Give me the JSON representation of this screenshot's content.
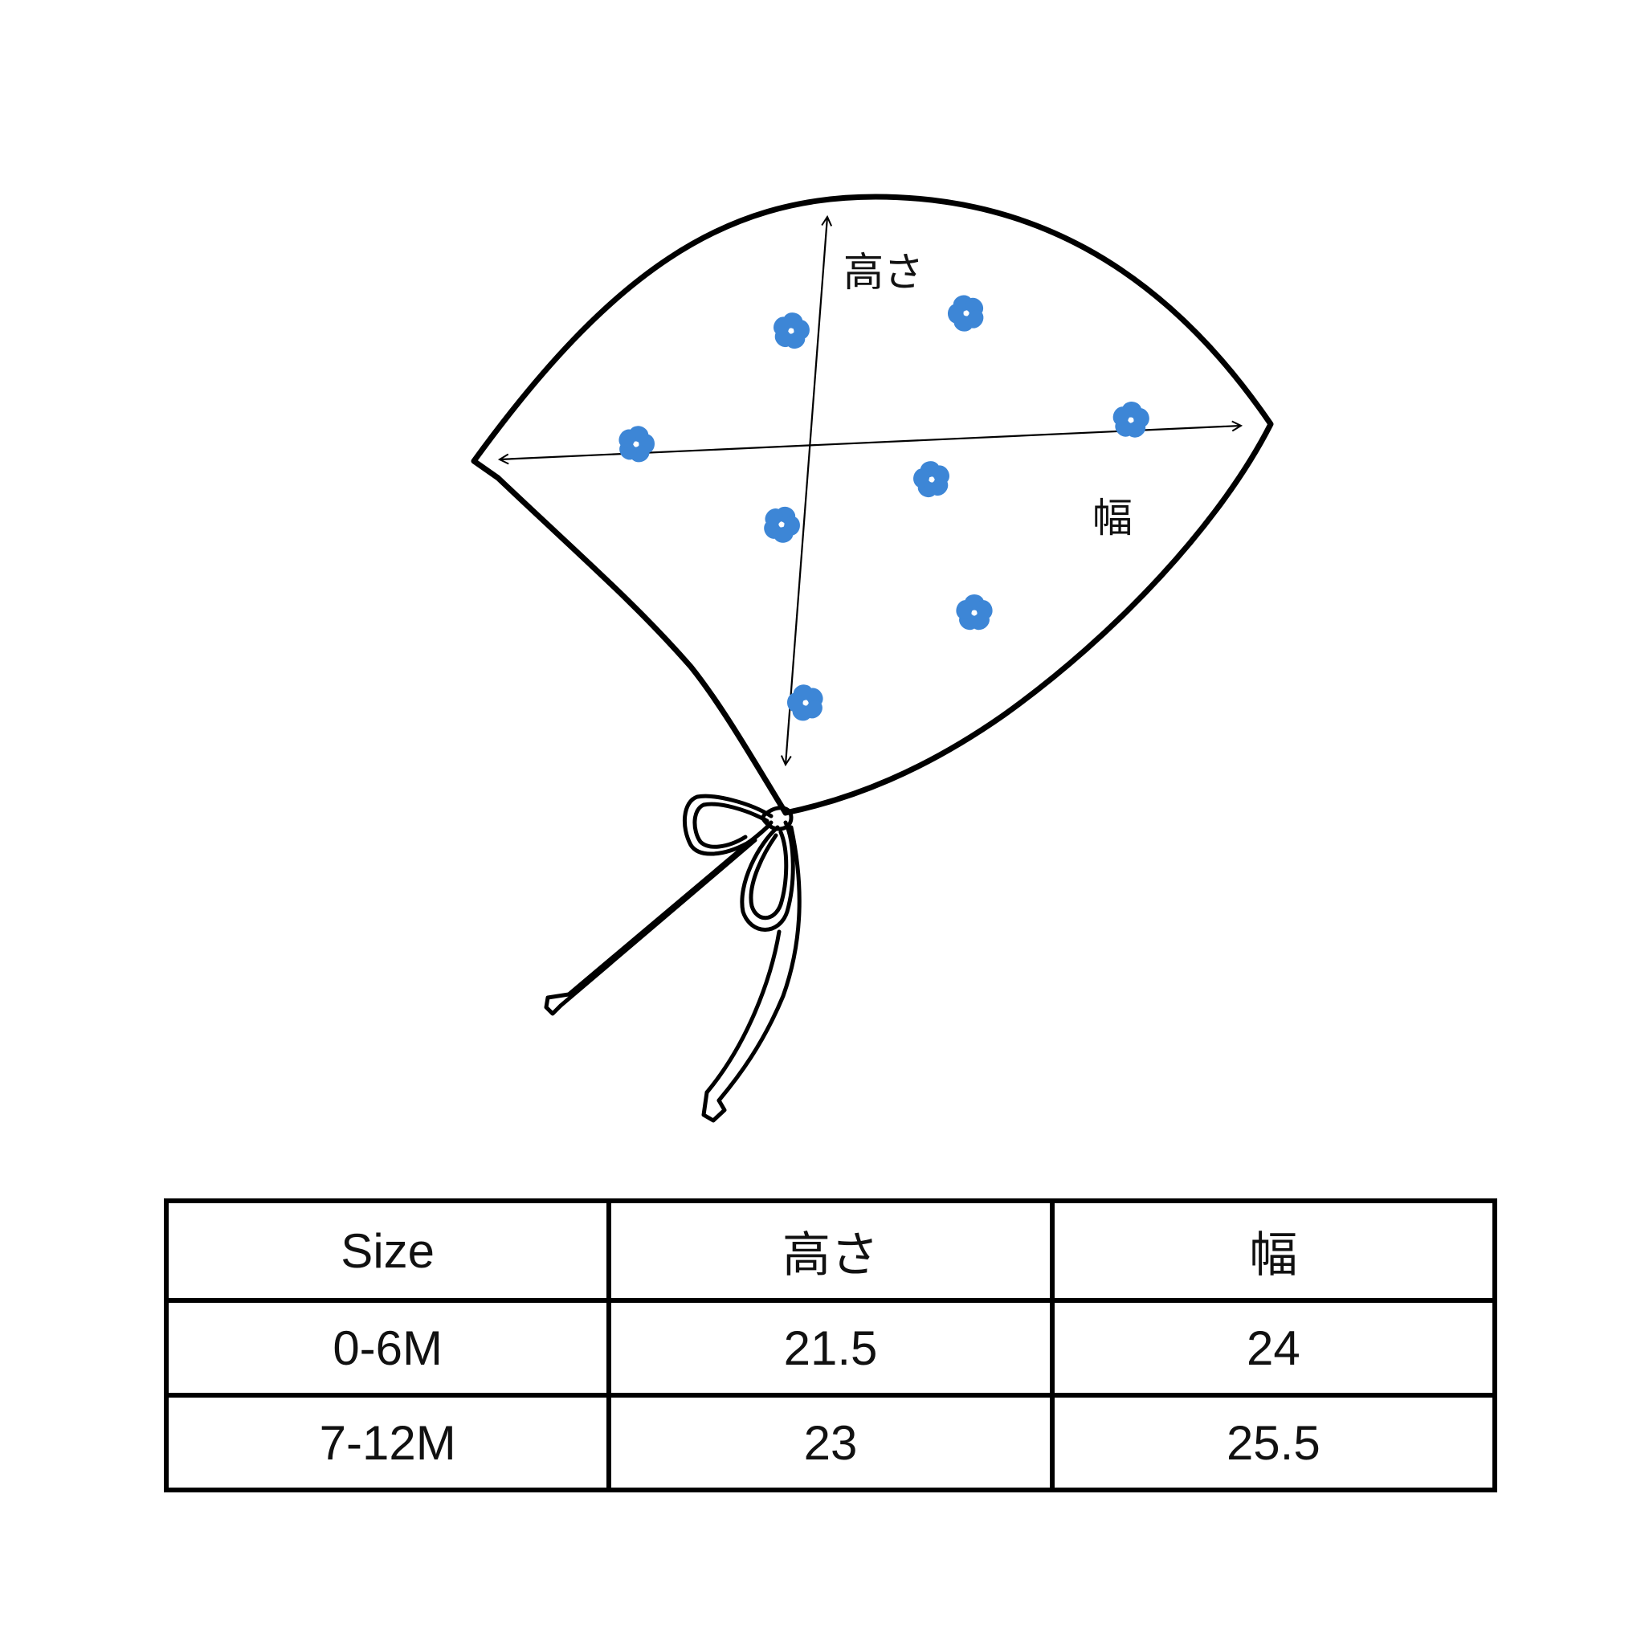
{
  "diagram": {
    "height_label": "高さ",
    "width_label": "幅",
    "colors": {
      "outline": "#000000",
      "flower": "#3d86d6",
      "flower_center": "#ffffff"
    }
  },
  "table": {
    "headers": [
      "Size",
      "高さ",
      "幅"
    ],
    "rows": [
      [
        "0-6M",
        "21.5",
        "24"
      ],
      [
        "7-12M",
        "23",
        "25.5"
      ]
    ]
  }
}
